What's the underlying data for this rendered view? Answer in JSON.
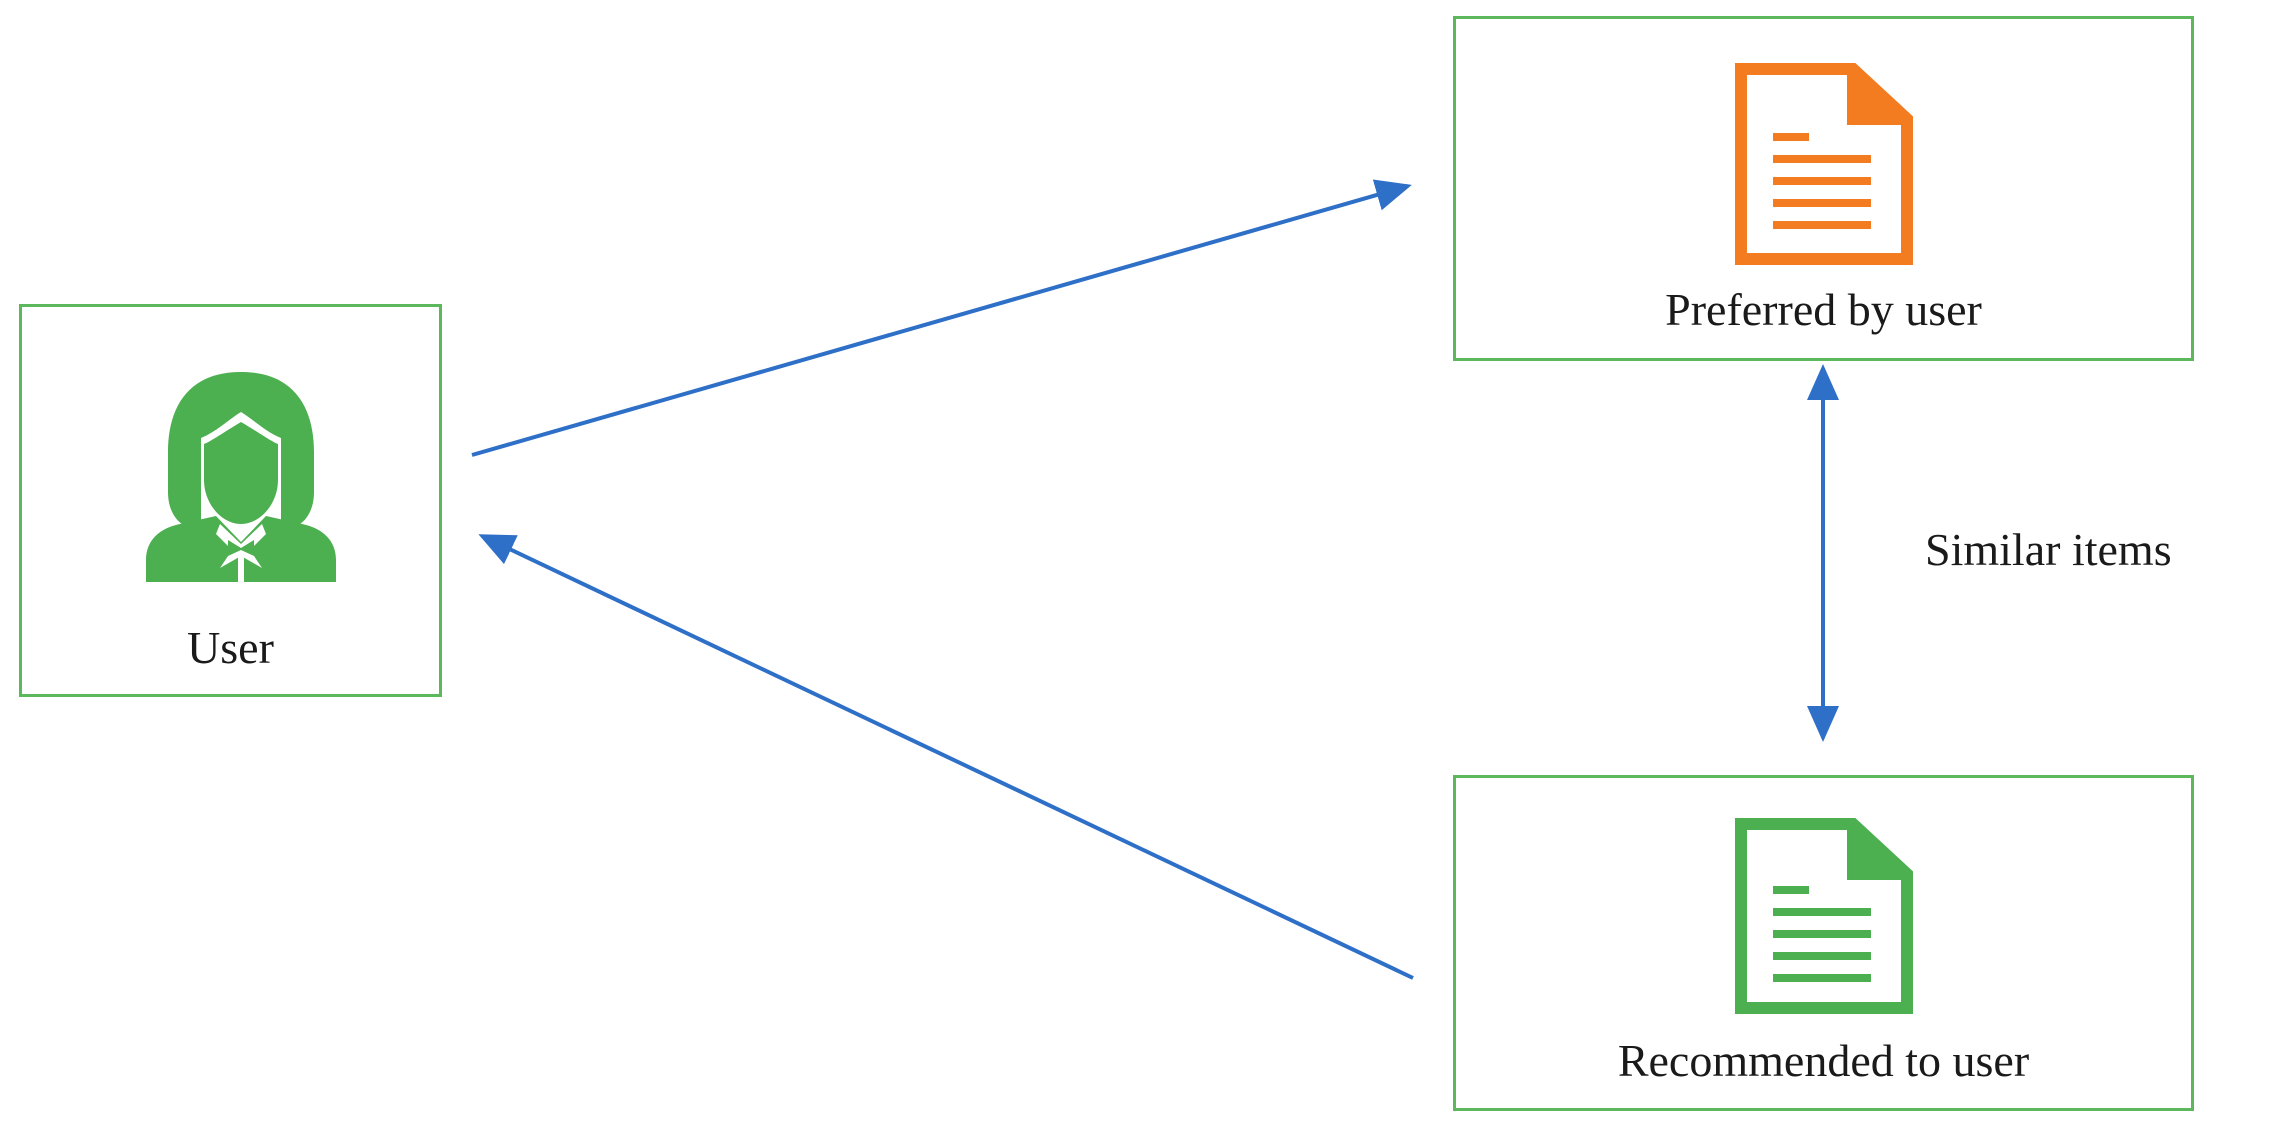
{
  "nodes": {
    "user": {
      "label": "User",
      "icon": "user-icon"
    },
    "preferred": {
      "label": "Preferred by user",
      "icon": "document-icon"
    },
    "recommended": {
      "label": "Recommended to user",
      "icon": "document-icon"
    }
  },
  "edges": {
    "similar_label": "Similar items"
  },
  "colors": {
    "box_border": "#5cb85c",
    "user_icon": "#4caf50",
    "preferred_doc": "#f47c20",
    "recommended_doc": "#4caf50",
    "arrow": "#2e6fc7"
  }
}
